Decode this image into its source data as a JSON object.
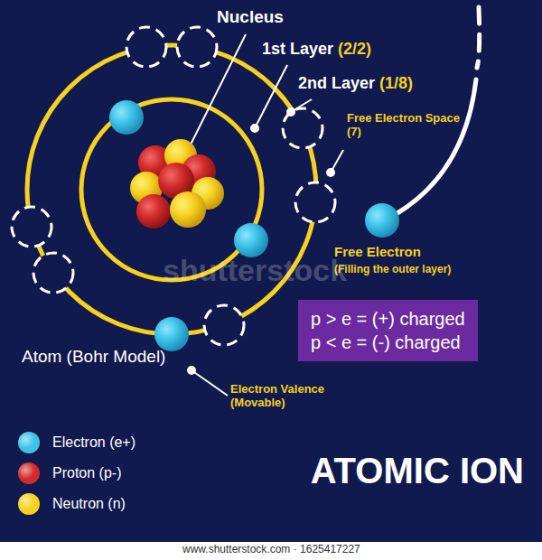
{
  "diagram": {
    "title": "ATOMIC ION",
    "nodes": [
      {
        "text": [
          "p > e = (+) charged",
          "p < e = (-) charged"
        ]
      }
    ],
    "labels": [
      "Nucleus",
      "1st Layer",
      "(2/2)",
      "2nd Layer",
      "(1/8)",
      "Free Electron Space (7)",
      "Free Electron",
      "(Filling the outer layer)",
      "Atom (Bohr Model)",
      "Electron Valence (Movable)",
      "shutterstock",
      "www.shutterstock.com · 1625417227"
    ],
    "legend": [
      {
        "text": "Electron (e+)",
        "color": "#3cc3e8"
      },
      {
        "text": "Proton (p-)",
        "color": "#d42a2a"
      },
      {
        "text": "Neutron (n)",
        "color": "#f6d11f"
      }
    ]
  }
}
